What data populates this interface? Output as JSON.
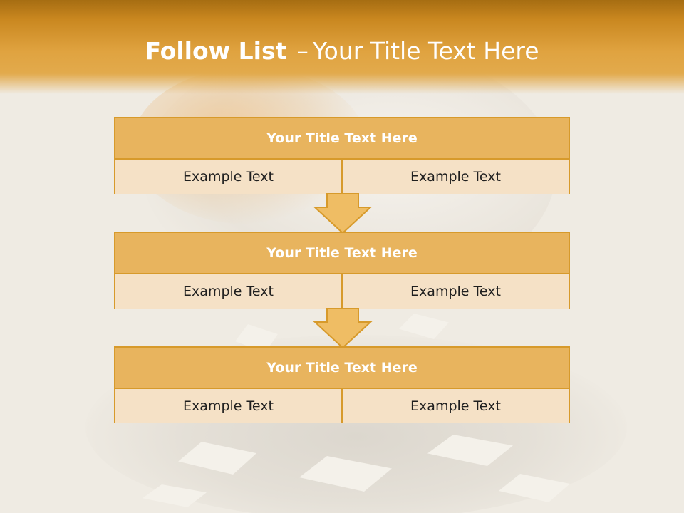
{
  "slide": {
    "title_bold": "Follow List",
    "title_separator": "–",
    "title_rest": "Your Title Text Here"
  },
  "boxes": [
    {
      "title": "Your Title Text Here",
      "left": "Example Text",
      "right": "Example Text"
    },
    {
      "title": "Your Title Text Here",
      "left": "Example Text",
      "right": "Example Text"
    },
    {
      "title": "Your Title Text Here",
      "left": "Example Text",
      "right": "Example Text"
    }
  ],
  "colors": {
    "band": "#e0a340",
    "box_header": "#e8b45e",
    "box_body": "#f5e1c6",
    "box_border": "#d79a2b",
    "arrow_fill": "#efbd64"
  }
}
